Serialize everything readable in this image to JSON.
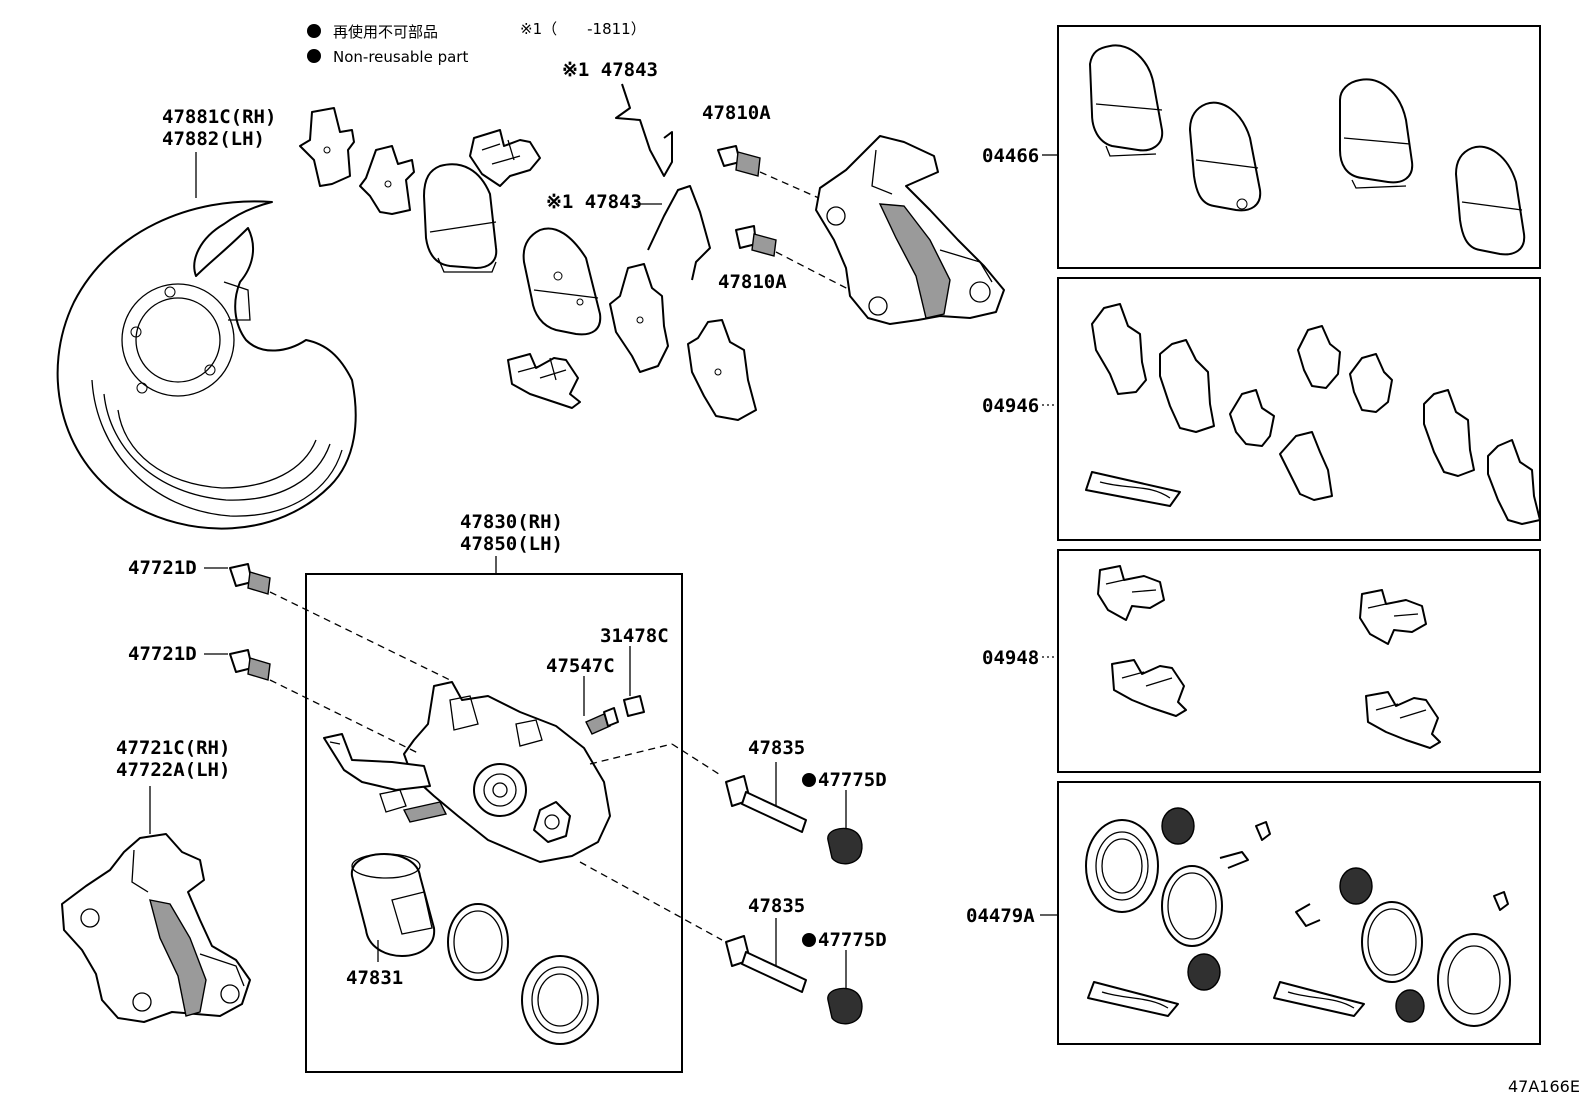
{
  "legend": {
    "jp": "再使用不可部品",
    "en": "Non-reusable part",
    "note": "※1（　　-1811）"
  },
  "labels": {
    "dust_cover": "47881C(RH)",
    "dust_cover_lh": "47882(LH)",
    "spring_top": "※1 47843",
    "spring_mid": "※1 47843",
    "bolt_top": "47810A",
    "bolt_mid": "47810A",
    "caliper": "47830(RH)",
    "caliper_lh": "47850(LH)",
    "bolt_a": "47721D",
    "bolt_b": "47721D",
    "cap": "31478C",
    "bleeder": "47547C",
    "mounting": "47721C(RH)",
    "mounting_lh": "47722A(LH)",
    "slide_pin_top": "47835",
    "slide_pin_bottom": "47835",
    "boot_top": "47775D",
    "boot_bottom": "47775D",
    "piston": "47831",
    "kit_pads": "04466",
    "kit_shims": "04946",
    "kit_clips": "04948",
    "kit_seals": "04479A",
    "drawing_ref": "47A166E"
  }
}
